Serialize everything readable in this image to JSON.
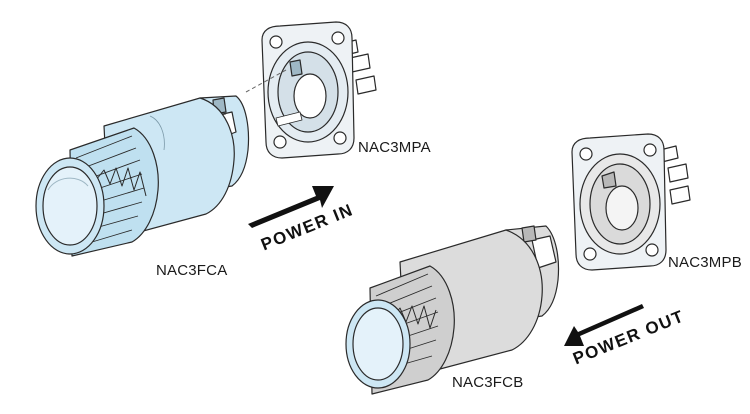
{
  "labels": {
    "in_plug": "NAC3FCA",
    "in_socket": "NAC3MPA",
    "out_plug": "NAC3FCB",
    "out_socket": "NAC3MPB"
  },
  "arrows": {
    "in_text": "POWER IN",
    "out_text": "POWER OUT"
  },
  "colors": {
    "in_plug_fill": "#cde7f4",
    "in_plug_fill_light": "#e4f2fa",
    "out_plug_fill": "#dcdcdc",
    "out_plug_fill_light": "#ebebeb",
    "socket_fill": "#eef2f5",
    "outline": "#2a2a2a",
    "arrow": "#111111"
  }
}
